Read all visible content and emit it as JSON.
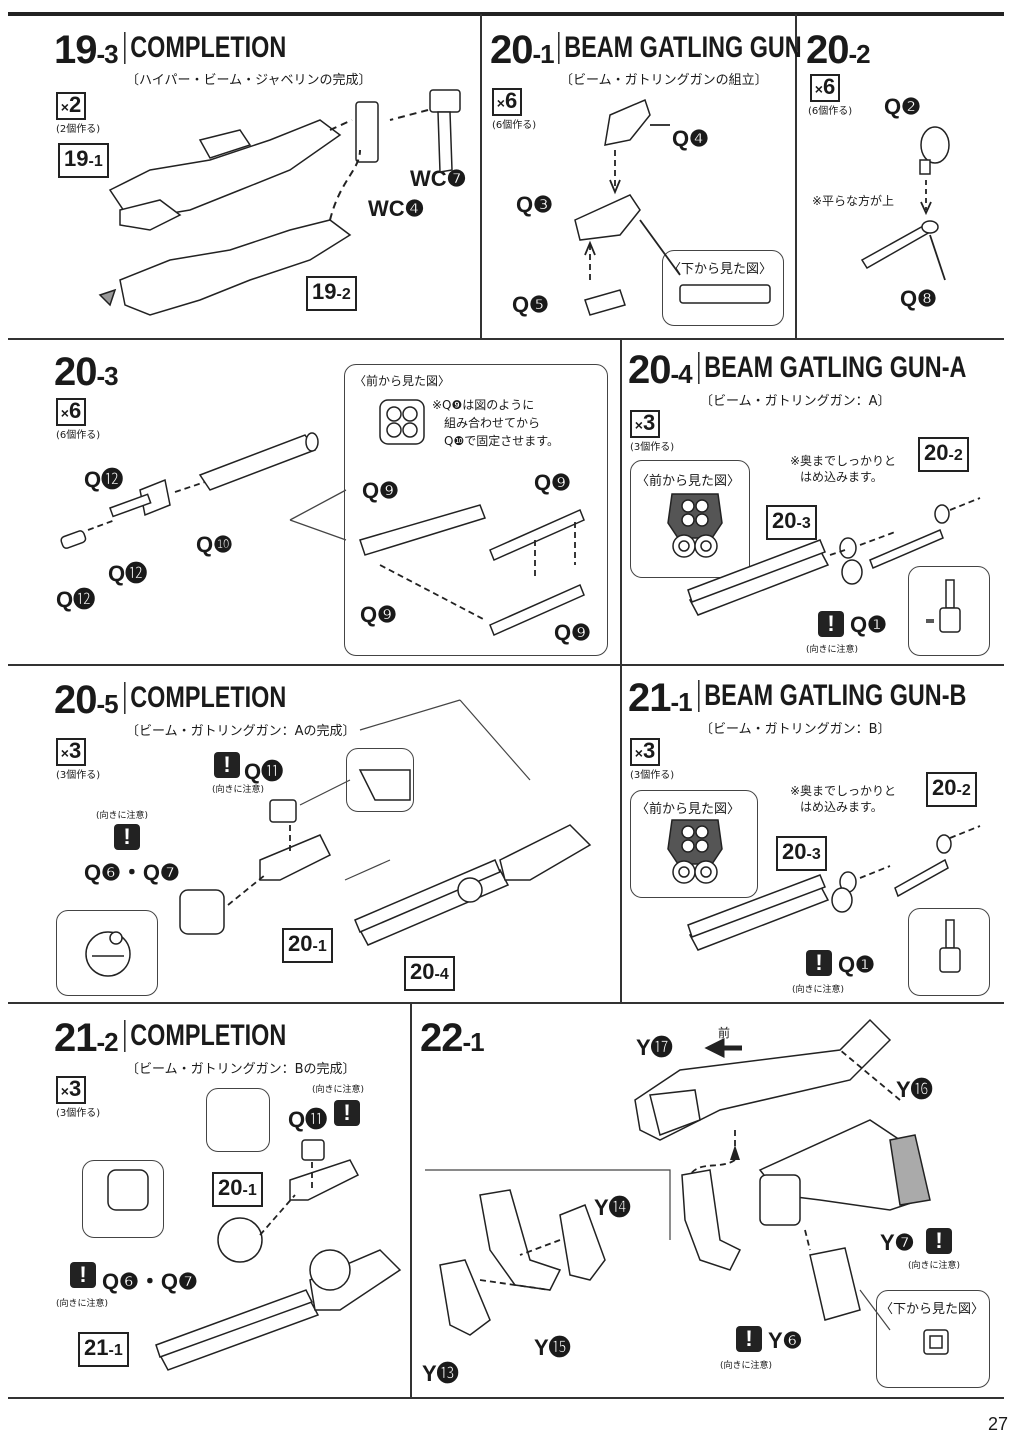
{
  "steps": {
    "s19_3": {
      "num": "19",
      "sub": "-3",
      "title": "COMPLETION",
      "jp": "〔ハイパー・ビーム・ジャベリンの完成〕",
      "qty": "2",
      "qty_note": "(2個作る)",
      "refs": [
        "19-1",
        "19-2"
      ],
      "labels": [
        "WC❼",
        "WC❹"
      ]
    },
    "s20_1": {
      "num": "20",
      "sub": "-1",
      "title": "BEAM GATLING GUN",
      "jp": "〔ビーム・ガトリングガンの組立〕",
      "qty": "6",
      "qty_note": "(6個作る)",
      "labels": [
        "Q❹",
        "Q❸",
        "Q❺"
      ],
      "bubble": "〈下から見た図〉"
    },
    "s20_2": {
      "num": "20",
      "sub": "-2",
      "qty": "6",
      "qty_note": "(6個作る)",
      "labels": [
        "Q❷",
        "Q❽"
      ],
      "note": "※平らな方が上"
    },
    "s20_3": {
      "num": "20",
      "sub": "-3",
      "qty": "6",
      "qty_note": "(6個作る)",
      "labels": [
        "Q⓬",
        "Q⓬",
        "Q⓬",
        "Q❿",
        "Q❾",
        "Q❾",
        "Q❾",
        "Q❾"
      ],
      "bubble_title": "〈前から見た図〉",
      "bubble_note_1": "※Q❾は図のように",
      "bubble_note_2": "組み合わせてから",
      "bubble_note_3": "Q❿で固定させます。"
    },
    "s20_4": {
      "num": "20",
      "sub": "-4",
      "title": "BEAM GATLING GUN-A",
      "jp": "〔ビーム・ガトリングガン：A〕",
      "qty": "3",
      "qty_note": "(3個作る)",
      "bubble": "〈前から見た図〉",
      "note_1": "※奥までしっかりと",
      "note_2": "はめ込みます。",
      "refs": [
        "20-2",
        "20-3"
      ],
      "label": "Q❶",
      "caution": "(向きに注意)"
    },
    "s20_5": {
      "num": "20",
      "sub": "-5",
      "title": "COMPLETION",
      "jp": "〔ビーム・ガトリングガン：Aの完成〕",
      "qty": "3",
      "qty_note": "(3個作る)",
      "label_q11": "Q⓫",
      "caution_a": "(向きに注意)",
      "caution_b": "(向きに注意)",
      "label_q67": "Q❻・Q❼",
      "refs": [
        "20-1",
        "20-4"
      ]
    },
    "s21_1": {
      "num": "21",
      "sub": "-1",
      "title": "BEAM GATLING GUN-B",
      "jp": "〔ビーム・ガトリングガン：B〕",
      "qty": "3",
      "qty_note": "(3個作る)",
      "bubble": "〈前から見た図〉",
      "note_1": "※奥までしっかりと",
      "note_2": "はめ込みます。",
      "refs": [
        "20-2",
        "20-3"
      ],
      "label": "Q❶",
      "caution": "(向きに注意)"
    },
    "s21_2": {
      "num": "21",
      "sub": "-2",
      "title": "COMPLETION",
      "jp": "〔ビーム・ガトリングガン：Bの完成〕",
      "qty": "3",
      "qty_note": "(3個作る)",
      "caution_a": "(向きに注意)",
      "label_q11": "Q⓫",
      "label_q67": "Q❻・Q❼",
      "caution_b": "(向きに注意)",
      "refs": [
        "20-1",
        "21-1"
      ]
    },
    "s22_1": {
      "num": "22",
      "sub": "-1",
      "front": "前",
      "labels": [
        "Y⓱",
        "Y⓰",
        "Y⓮",
        "Y⓯",
        "Y⓭",
        "Y❼",
        "Y❻"
      ],
      "caution_a": "(向きに注意)",
      "caution_b": "(向きに注意)",
      "bubble": "〈下から見た図〉"
    }
  },
  "page_number": "27",
  "icons": {
    "qty": "multiply-box-icon",
    "warning": "exclamation-icon"
  }
}
